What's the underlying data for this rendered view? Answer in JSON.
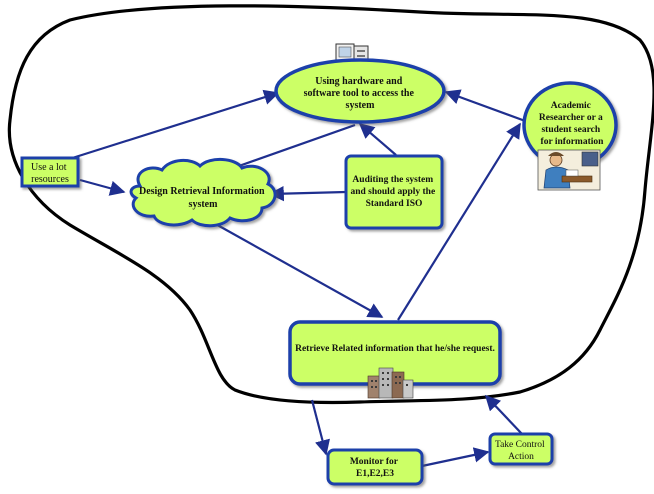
{
  "nodes": {
    "hardware": [
      "Using  hardware and",
      "software tool to access the",
      "system"
    ],
    "academic": [
      "Academic",
      "Researcher or a",
      "student search",
      "for information"
    ],
    "use_resources": [
      "Use a lot",
      "resources"
    ],
    "design": [
      "Design Retrieval Information",
      "system"
    ],
    "auditing": [
      "Auditing the system",
      "and should apply the",
      "Standard ISO"
    ],
    "retrieve": [
      "Retrieve Related information that he/she request."
    ],
    "monitor": [
      "Monitor for",
      "E1,E2,E3"
    ],
    "take_control": [
      "Take Control",
      "Action"
    ]
  },
  "colors": {
    "node_fill": "#ccff66",
    "node_border": "#1a3faa",
    "arrow": "#1f2f8f",
    "boundary": "#000000"
  },
  "icons": [
    "computer-icon",
    "researcher-icon",
    "buildings-icon"
  ]
}
